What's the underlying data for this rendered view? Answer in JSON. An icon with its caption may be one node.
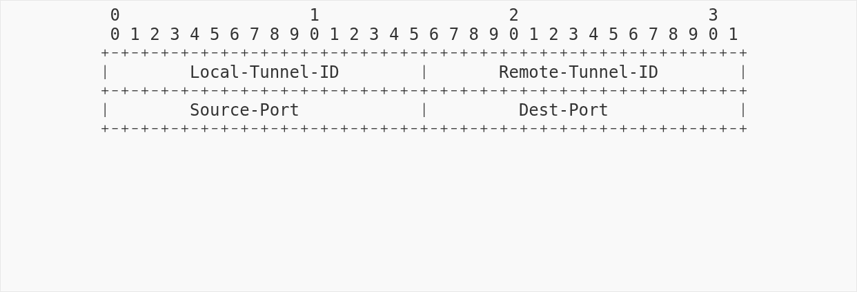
{
  "diagram": {
    "nodes": [
      {
        "text": [
          "Local-Tunnel-ID"
        ]
      },
      {
        "text": [
          "Remote-Tunnel-ID"
        ]
      },
      {
        "text": [
          "Source-Port"
        ]
      },
      {
        "text": [
          "Dest-Port"
        ]
      }
    ],
    "labels": [
      "0",
      "1",
      "2",
      "3",
      "0 1 2 3 4 5 6 7 8 9 0 1 2 3 4 5 6 7 8 9 0 1 2 3 4 5 6 7 8 9 0 1"
    ]
  }
}
